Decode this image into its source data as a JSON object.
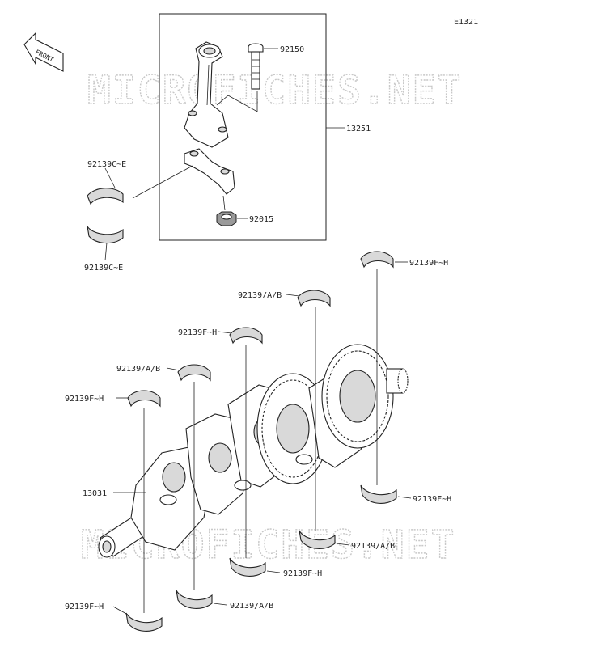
{
  "diagram_code": "E1321",
  "front_marker": "FRONT",
  "watermark": "MICROFICHES.NET",
  "labels": {
    "bolt": "92150",
    "rod_assembly": "13251",
    "rod_bearing_top": "92139C~E",
    "rod_bearing_bottom": "92139C~E",
    "nut": "92015",
    "crankshaft": "13031",
    "main_top_1": "92139F~H",
    "main_top_2": "92139/A/B",
    "main_top_3": "92139F~H",
    "main_top_4": "92139/A/B",
    "main_top_5": "92139F~H",
    "main_bot_1": "92139F~H",
    "main_bot_2": "92139/A/B",
    "main_bot_3": "92139F~H",
    "main_bot_4": "92139/A/B",
    "main_bot_5": "92139F~H"
  }
}
